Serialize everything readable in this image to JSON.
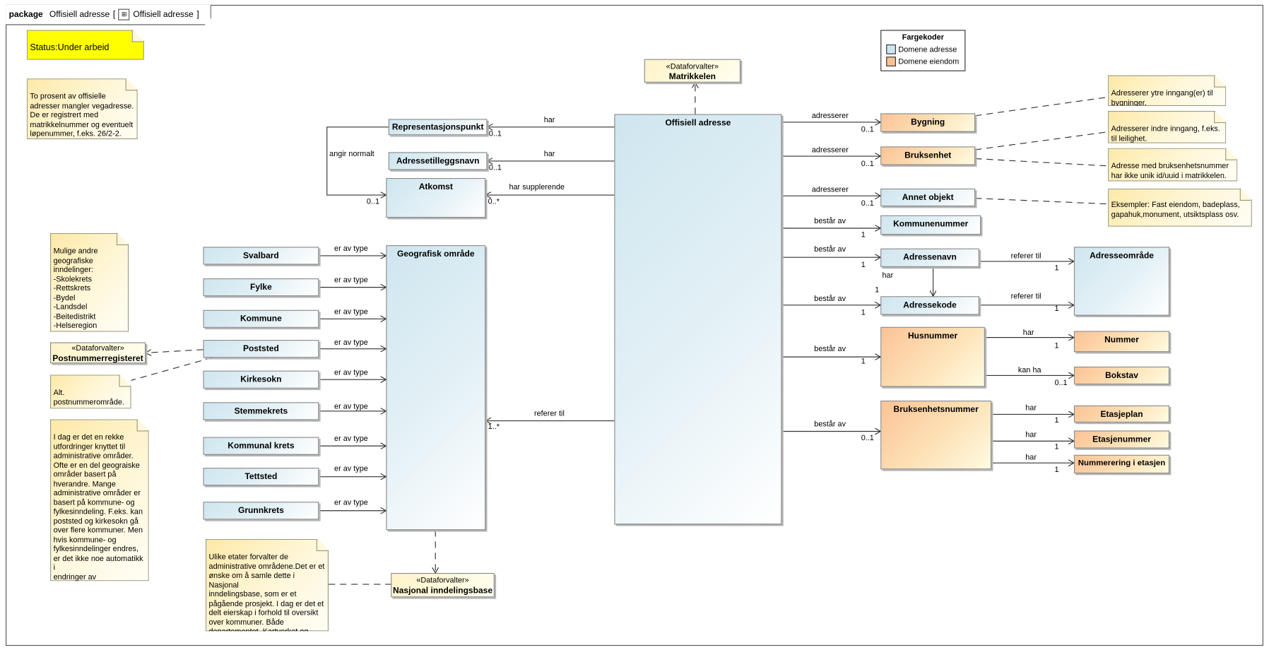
{
  "header": {
    "keyword": "package",
    "name": "Offisiell adresse",
    "diagram_name": "Offisiell adresse",
    "open": "[",
    "close": "]"
  },
  "colors": {
    "domene_adresse": "#cfe6ef",
    "domene_eiendom": "#fbc395",
    "status": "#ffff00"
  },
  "legend": {
    "title": "Fargekoder",
    "items": [
      {
        "label": "Domene adresse"
      },
      {
        "label": "Domene eiendom"
      }
    ]
  },
  "notes": {
    "status": "Status:Under arbeid",
    "to_prosent": "To prosent av offisielle\nadresser mangler vegadresse.\nDe er registrert med\nmatrikkelnummer og eventuelt\nløpenummer, f.eks. 26/2-2.",
    "mulige": "Mulige andre\ngeografiske\ninndelinger:\n-Skolekrets\n-Rettskrets\n-Bydel\n-Landsdel\n-Beitedistrikt\n-Helseregion",
    "alt": "Alt.\npostnummerområde.",
    "i_dag": "I dag er det en rekke\nutfordringer knyttet til\nadministrative områder.\nOfte er en del geograiske\nområder basert på\nhverandre. Mange\nadministrative områder er\nbasert på kommune- og\nfylkesinndeling. F.eks. kan\npoststed og kirkesokn gå\nover flere kommuner. Men\nhvis kommune- og\nfylkesinndelinger endres,\ner det ikke noe automatikk i\nendringer av administrative\nområder som baseres på\ndisse.",
    "ulike": "Ulike etater forvalter de\nadministrative områdene.Det er et\nønske om å samle dette i Nasjonal\ninndelingsbase, som er et\npågående prosjekt. I dag er det et\ndelt eierskap i forhold til oversikt\nover kommuner. Både\ndepartementet, Kartverket og SSB\nsamarbeider om dette.",
    "bygning": "Adresserer ytre inngang(er) til\nbygninger.",
    "bruksenhet": "Adresserer indre inngang, f.eks.\ntil leilighet.",
    "bruksenhetsnummer": "Adresse med bruksenhetsnummer\nhar ikke unik id/uuid i matrikkelen.",
    "annet": "Eksempler: Fast eiendom, badeplass,\ngapahuk,monument, utsiktsplass osv."
  },
  "dataforvaltere": {
    "stereotype": "«Dataforvalter»",
    "matrikkelen": "Matrikkelen",
    "postnummer": "Postnummerregisteret",
    "nasjonal": "Nasjonal inndelingsbase"
  },
  "classes": {
    "offisiell": "Offisiell adresse",
    "repr": "Representasjonspunkt",
    "tillegg": "Adressetilleggsnavn",
    "atkomst": "Atkomst",
    "geo": "Geografisk område",
    "geo_types": [
      "Svalbard",
      "Fylke",
      "Kommune",
      "Poststed",
      "Kirkesokn",
      "Stemmekrets",
      "Kommunal krets",
      "Tettsted",
      "Grunnkrets"
    ],
    "bygning": "Bygning",
    "bruksenhet": "Bruksenhet",
    "annet": "Annet objekt",
    "kommunenummer": "Kommunenummer",
    "adressenavn": "Adressenavn",
    "adressekode": "Adressekode",
    "adresseomrade": "Adresseområde",
    "husnummer": "Husnummer",
    "nummer": "Nummer",
    "bokstav": "Bokstav",
    "bruksenhetsnummer": "Bruksenhetsnummer",
    "etasjeplan": "Etasjeplan",
    "etasjenummer": "Etasjenummer",
    "nummerering": "Nummerering i etasjen"
  },
  "assoc": {
    "har": "har",
    "har_supplerende": "har supplerende",
    "angir_normalt": "angir normalt",
    "referer_til": "referer til",
    "er_av_type": "er av type",
    "adresserer": "adresserer",
    "bestar_av": "består av",
    "kan_ha": "kan ha"
  },
  "mult": {
    "m01": "0..1",
    "m0n": "0..*",
    "m1n": "1..*",
    "m1": "1"
  }
}
